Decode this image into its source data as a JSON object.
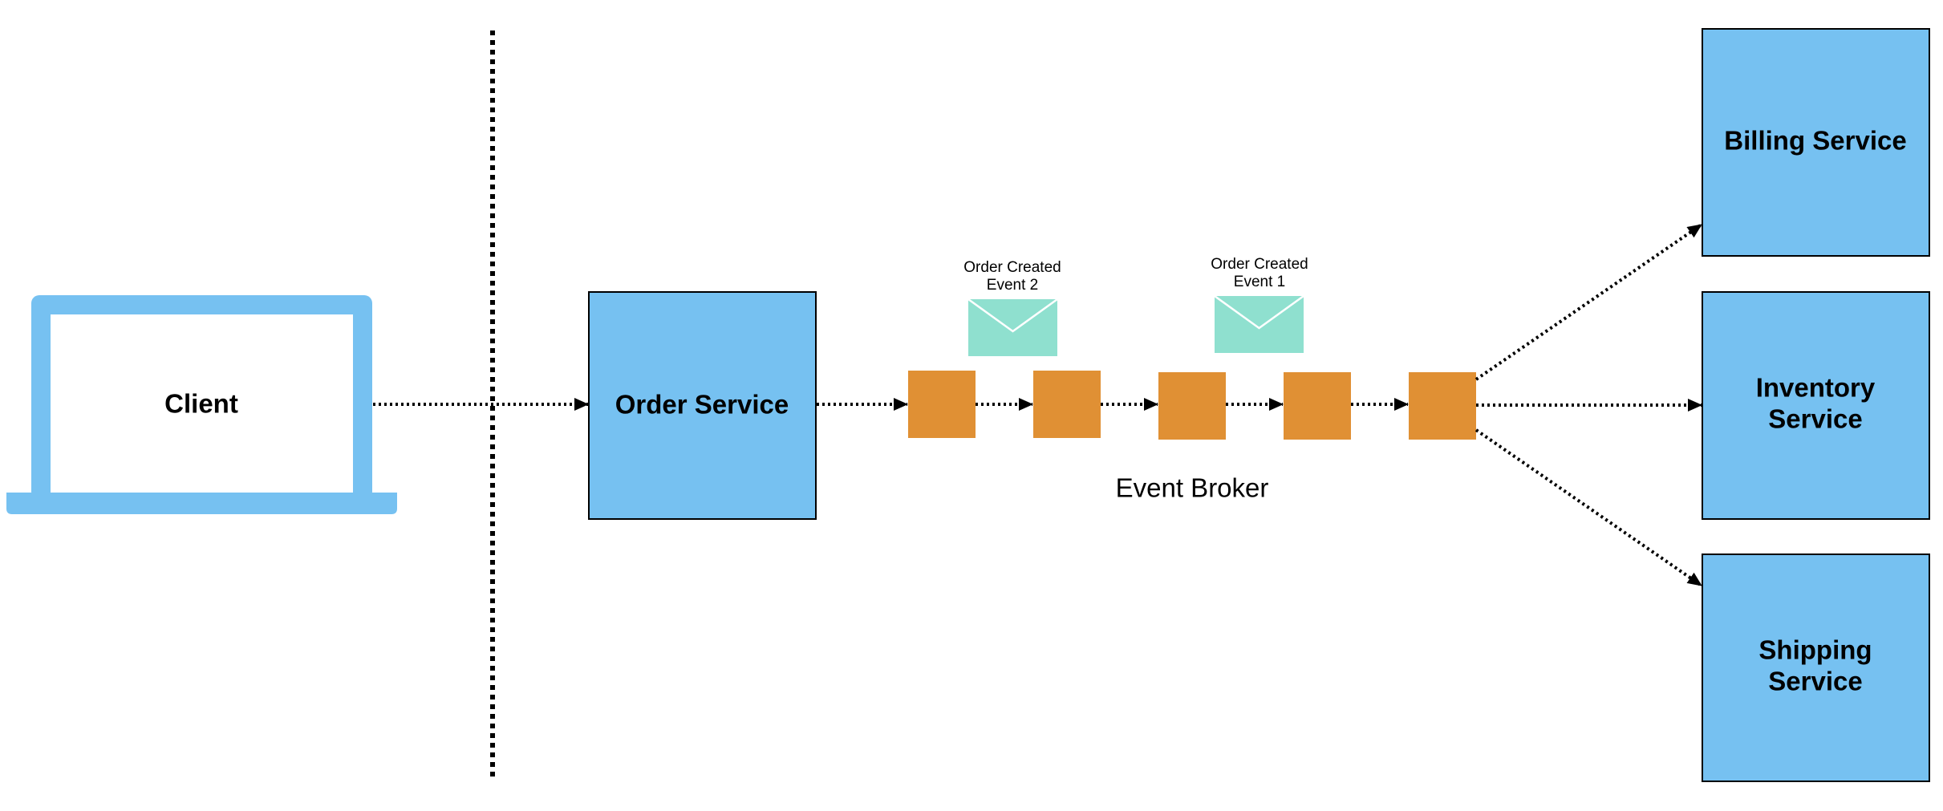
{
  "client": {
    "label": "Client"
  },
  "order_service": {
    "label": "Order Service"
  },
  "event_broker": {
    "label": "Event Broker",
    "queue_cells": 5,
    "events": [
      {
        "line1": "Order Created",
        "line2": "Event 2"
      },
      {
        "line1": "Order Created",
        "line2": "Event 1"
      }
    ]
  },
  "consumers": [
    {
      "line1": "Billing Service",
      "line2": ""
    },
    {
      "line1": "Inventory",
      "line2": "Service"
    },
    {
      "line1": "Shipping",
      "line2": "Service"
    }
  ],
  "colors": {
    "service_box": "#76c1f1",
    "laptop": "#76c1f1",
    "broker_cell": "#e09034",
    "envelope": "#8fe0cf"
  },
  "icons": {
    "client": "laptop-icon",
    "events": "envelope-icon"
  }
}
